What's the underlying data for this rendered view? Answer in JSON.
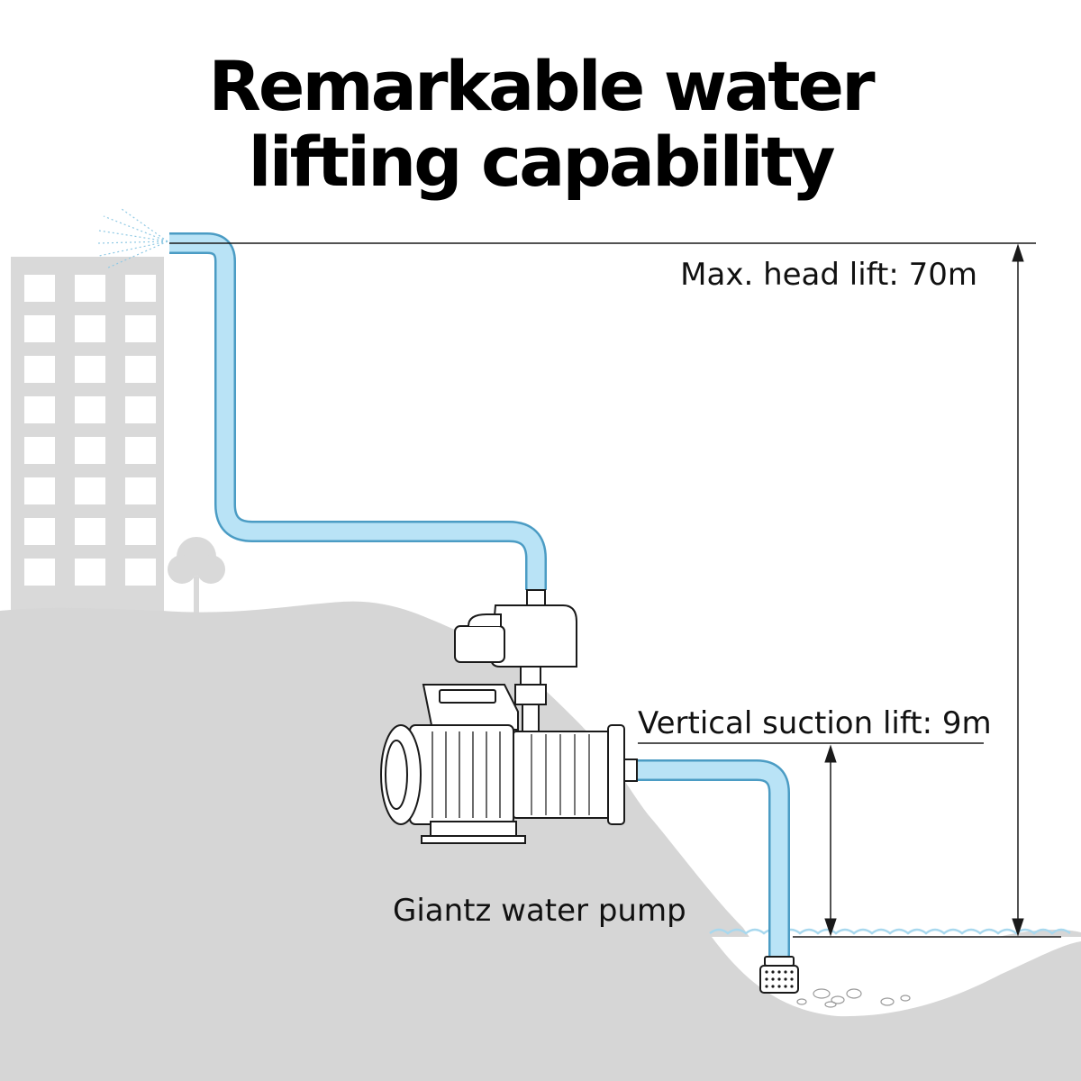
{
  "title": {
    "line1": "Remarkable water",
    "line2": "lifting capability"
  },
  "labels": {
    "max_head_lift": "Max. head lift: 70m",
    "vertical_suction_lift": "Vertical suction lift: 9m",
    "pump_name": "Giantz water pump"
  },
  "colors": {
    "pipe_fill": "#b9e3f6",
    "pipe_edge": "#4b9cc4",
    "background_silhouette": "#d9d9d9",
    "ground": "#d6d6d6",
    "water_line": "#a8d8ee",
    "ink": "#1a1a1a"
  },
  "icons": {
    "building": "building-silhouette-icon",
    "tree": "tree-silhouette-icon",
    "spray": "water-spray-icon",
    "pump": "water-pump-icon",
    "filter": "suction-filter-icon"
  }
}
